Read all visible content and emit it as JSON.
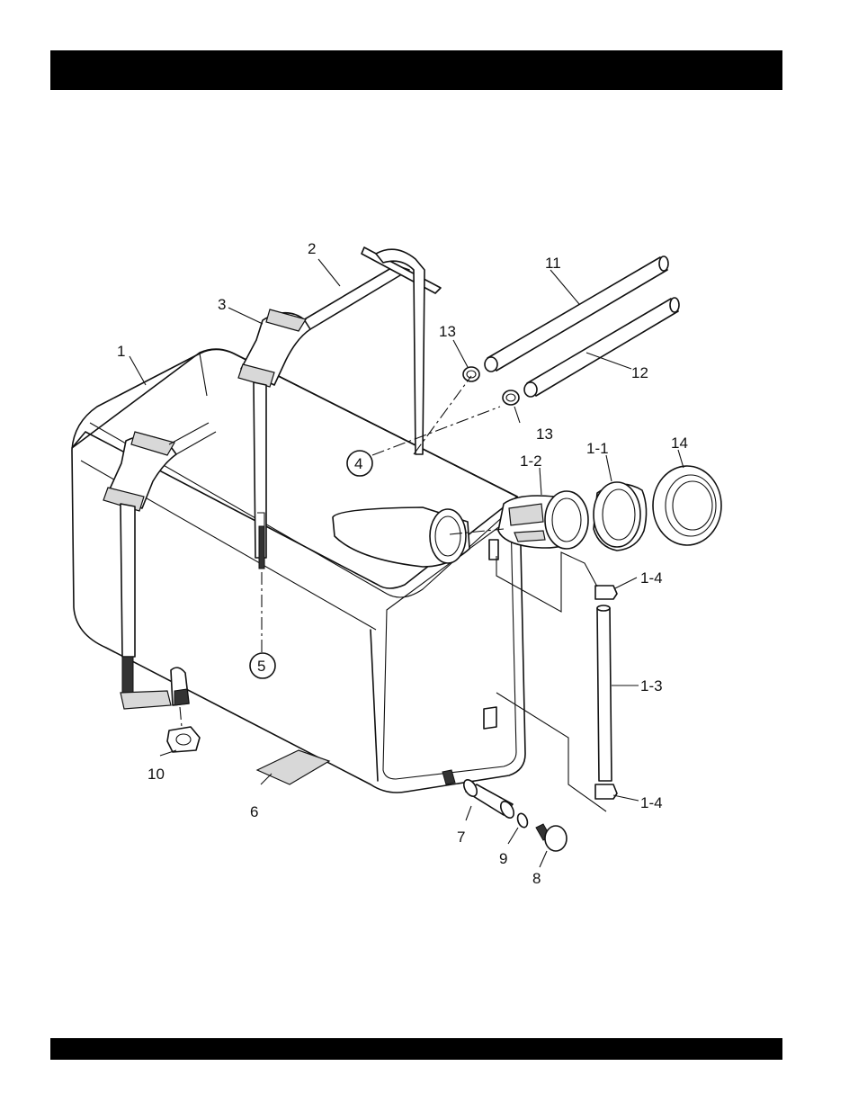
{
  "part_labels": {
    "p1": "1",
    "p2": "2",
    "p3": "3",
    "p4": "4",
    "p5": "5",
    "p6": "6",
    "p7": "7",
    "p8": "8",
    "p9": "9",
    "p10": "10",
    "p11": "11",
    "p12": "12",
    "p13a": "13",
    "p13b": "13",
    "p14": "14",
    "p1_1": "1-1",
    "p1_2": "1-2",
    "p1_3": "1-3",
    "p1_4a": "1-4",
    "p1_4b": "1-4"
  }
}
